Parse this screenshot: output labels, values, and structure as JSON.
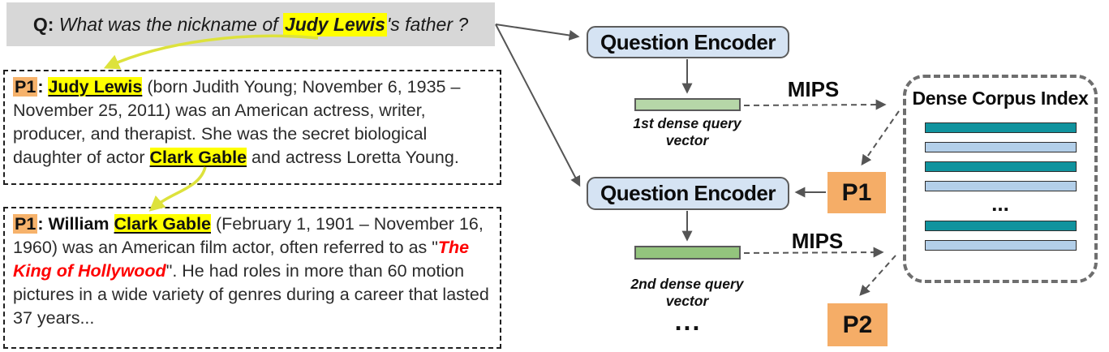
{
  "figure": {
    "question": {
      "prefix": "Q:",
      "pre_text": " What was the nickname of ",
      "entity": "Judy Lewis",
      "post_text": "'s father ?"
    },
    "passage1": {
      "label": "P1",
      "colon": ": ",
      "entity": "Judy Lewis",
      "body": " (born Judith Young; November 6, 1935 – November 25, 2011) was an American actress, writer, producer, and therapist. She was the secret biological daughter of actor ",
      "entity2": "Clark Gable",
      "tail": " and actress Loretta Young."
    },
    "passage2": {
      "label": "P1",
      "colon": ": ",
      "bold_name": "William ",
      "entity": "Clark Gable",
      "body": " (February 1, 1901 – November 16, 1960) was an American film actor, often referred to as \"",
      "red_phrase": "The King of Hollywood",
      "tail": "\". He had roles in more than 60 motion pictures in a wide variety of genres during a career that lasted 37 years..."
    },
    "encoder1_label": "Question Encoder",
    "encoder2_label": "Question Encoder",
    "vector1_caption": "1st dense query vector",
    "vector2_caption": "2nd dense query vector",
    "mips1_label": "MIPS",
    "mips2_label": "MIPS",
    "p1_node": "P1",
    "p2_node": "P2",
    "bottom_ellipsis": "...",
    "index": {
      "title": "Dense Corpus Index",
      "rows": [
        "teal",
        "light",
        "teal",
        "light",
        "ellipsis",
        "teal",
        "light"
      ],
      "ellipsis": "..."
    },
    "colors": {
      "question_box_bg": "#d7d7d7",
      "highlight_yellow": "#ffff00",
      "passage_label_orange": "#f6b26b",
      "passage_node_orange": "#f5ad67",
      "encoder_blue": "#d5e3f3",
      "vector1_green": "#b6d7a8",
      "vector2_green": "#93c47d",
      "index_bar_teal": "#10939e",
      "index_bar_light_blue": "#b3cfe9",
      "red_text": "#fe0000",
      "arrow_gray": "#555555",
      "arrow_yellow": "#e3e93c"
    }
  }
}
